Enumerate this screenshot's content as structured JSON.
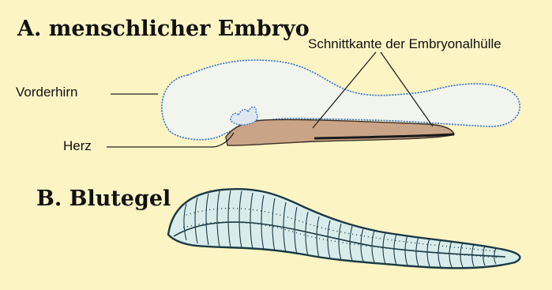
{
  "figure": {
    "title_a": "A. menschlicher Embryo",
    "title_b": "B. Blutegel",
    "label_forebrain": "Vorderhirn",
    "label_heart": "Herz",
    "label_cut_edge": "Schnittkante der Embryonalhülle"
  },
  "colors": {
    "background": "#fdf4c4",
    "embryo_outline": "#3b78c4",
    "embryo_fill": "#f2f4ee",
    "membrane_fill": "#c9a486",
    "leech_outline": "#1c3a44",
    "leech_fill": "#d8ecec",
    "leader_line": "#222222"
  }
}
